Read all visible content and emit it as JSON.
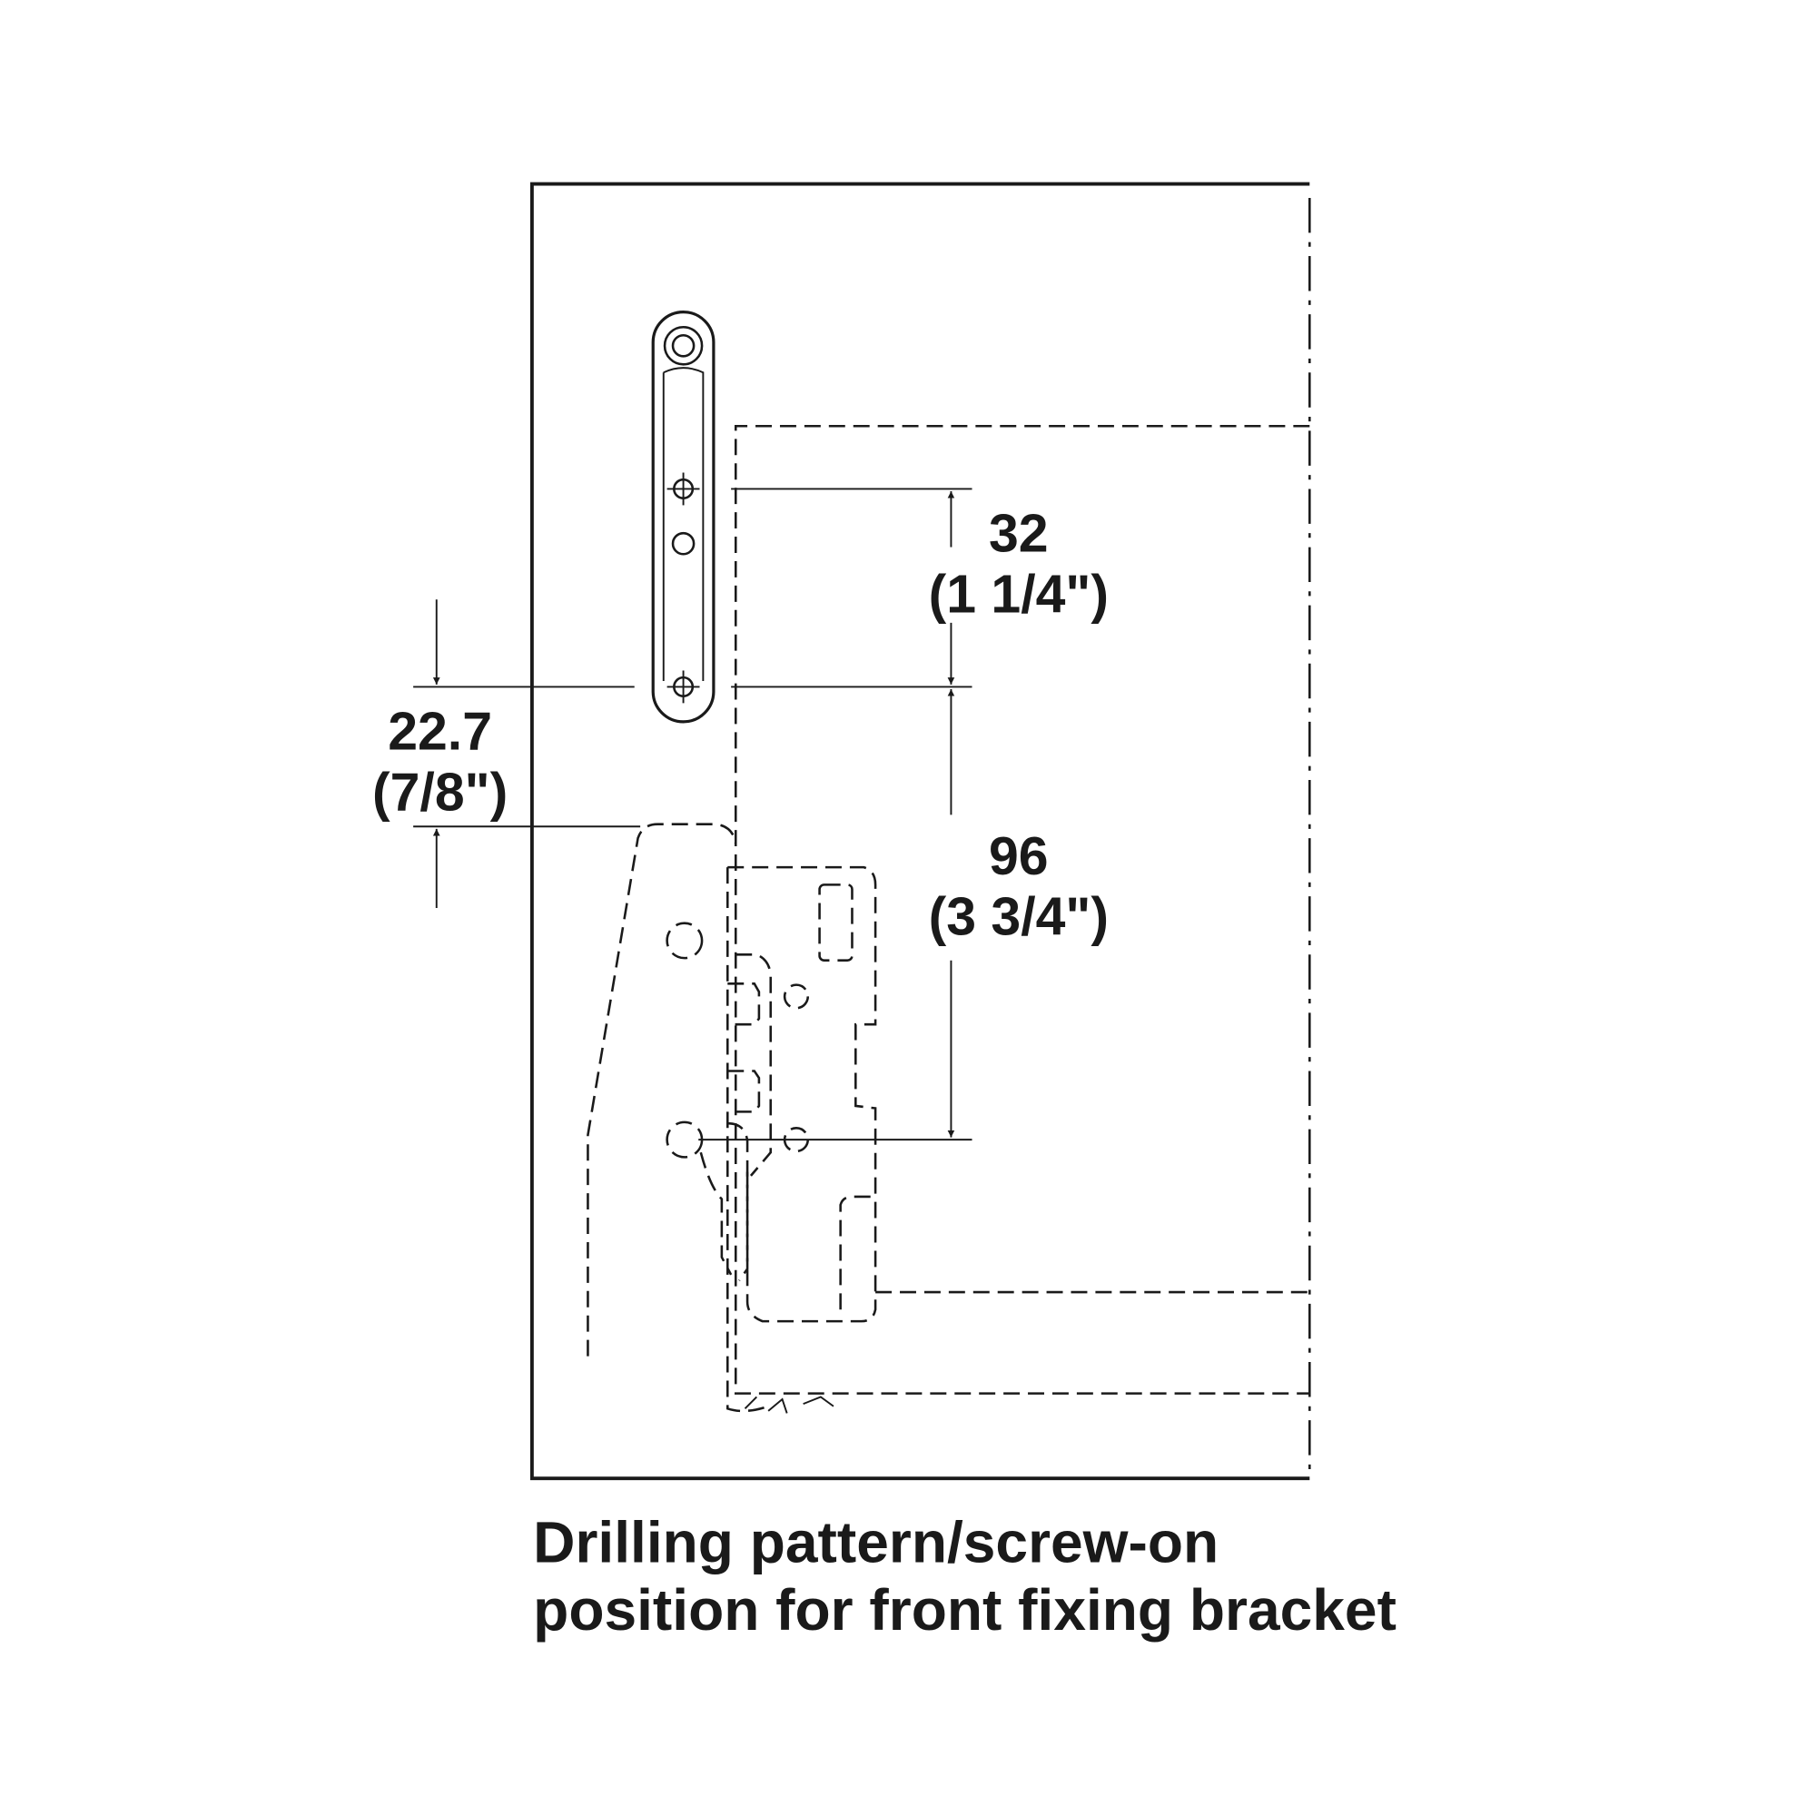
{
  "dimensions": {
    "hole_spacing": {
      "metric": "32",
      "imperial": "(1 1/4\")"
    },
    "bracket_to_plate": {
      "metric": "96",
      "imperial": "(3 3/4\")"
    },
    "edge_offset": {
      "metric": "22.7",
      "imperial": "(7/8\")"
    }
  },
  "caption": {
    "line1": "Drilling pattern/screw-on",
    "line2": "position for front fixing bracket"
  }
}
